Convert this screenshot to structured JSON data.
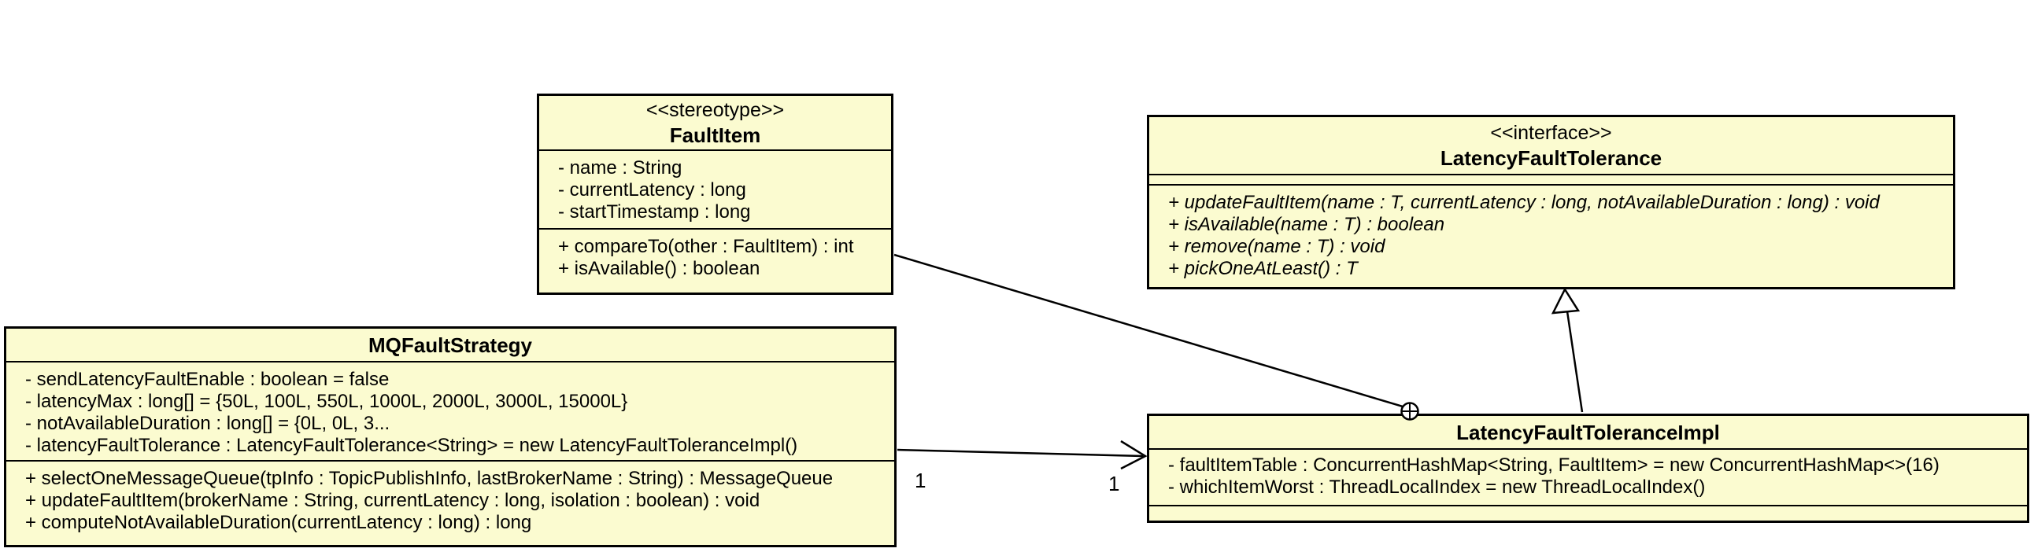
{
  "colors": {
    "background": "#ffffff",
    "box_fill": "#fbfbd0",
    "border": "#000000"
  },
  "classes": {
    "fault_item": {
      "stereotype": "<<stereotype>>",
      "name": "FaultItem",
      "attributes": [
        "- name : String",
        "- currentLatency : long",
        "- startTimestamp : long"
      ],
      "methods": [
        "+ compareTo(other : FaultItem) : int",
        "+ isAvailable() : boolean"
      ]
    },
    "latency_fault_tolerance": {
      "stereotype": "<<interface>>",
      "name": "LatencyFaultTolerance",
      "attributes": [],
      "methods": [
        "+ updateFaultItem(name : T, currentLatency : long, notAvailableDuration : long) : void",
        "+ isAvailable(name : T) : boolean",
        "+ remove(name : T) : void",
        "+ pickOneAtLeast() : T"
      ]
    },
    "mq_fault_strategy": {
      "name": "MQFaultStrategy",
      "attributes": [
        "- sendLatencyFaultEnable : boolean = false",
        "- latencyMax : long[] = {50L, 100L, 550L, 1000L, 2000L, 3000L, 15000L}",
        "- notAvailableDuration : long[] = {0L, 0L, 3...",
        "- latencyFaultTolerance : LatencyFaultTolerance<String> = new LatencyFaultToleranceImpl()"
      ],
      "methods": [
        "+ selectOneMessageQueue(tpInfo : TopicPublishInfo, lastBrokerName : String) : MessageQueue",
        "+ updateFaultItem(brokerName : String, currentLatency : long, isolation : boolean) : void",
        "+ computeNotAvailableDuration(currentLatency : long) : long"
      ]
    },
    "latency_fault_tolerance_impl": {
      "name": "LatencyFaultToleranceImpl",
      "attributes": [
        "- faultItemTable : ConcurrentHashMap<String, FaultItem> = new ConcurrentHashMap<>(16)",
        "- whichItemWorst : ThreadLocalIndex = new ThreadLocalIndex()"
      ],
      "methods": []
    }
  },
  "relations": {
    "mq_to_impl": {
      "source_multiplicity": "1",
      "target_multiplicity": "1"
    }
  }
}
